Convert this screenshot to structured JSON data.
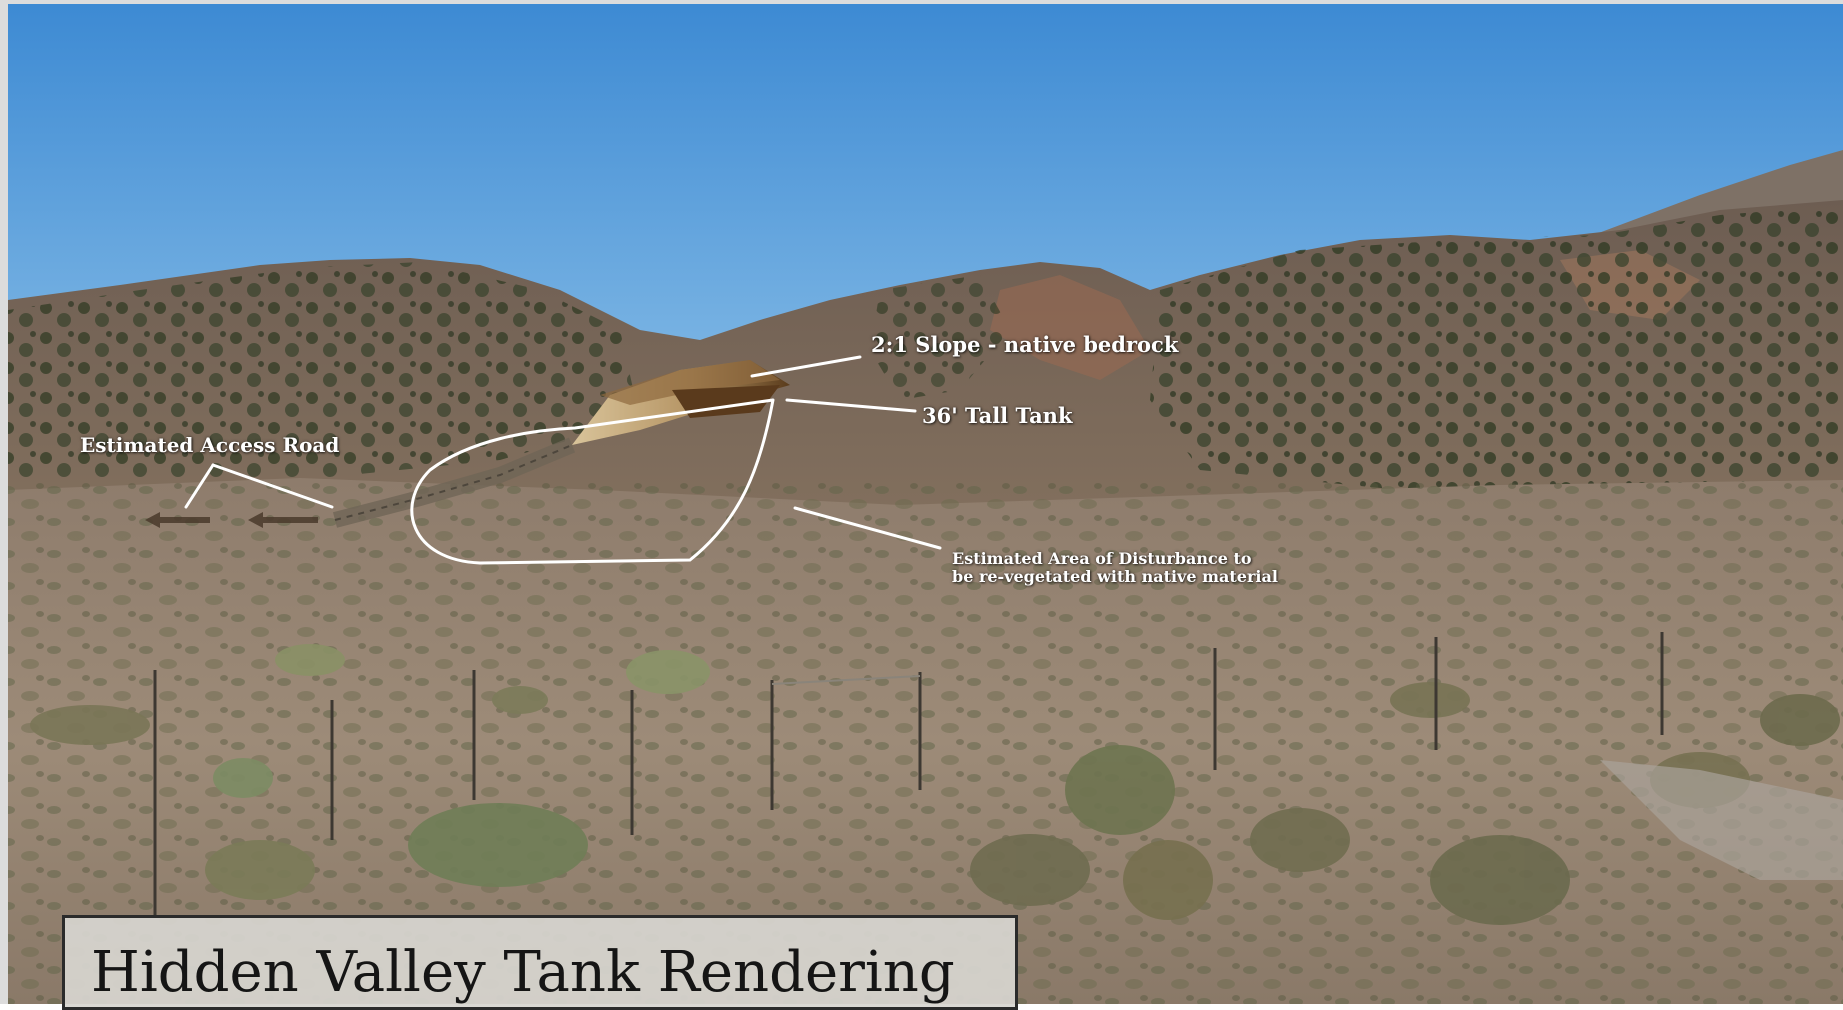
{
  "title": "Hidden Valley Tank Rendering",
  "annotations": {
    "slope": "2:1 Slope - native bedrock",
    "tank": "36' Tall Tank",
    "access_road": "Estimated Access Road",
    "disturbance_line1": "Estimated Area of Disturbance to",
    "disturbance_line2": "be re-vegetated with native material"
  },
  "colors": {
    "sky_top": "#3f8fd6",
    "sky_bottom": "#8fc3ea",
    "hill": "#7a6a5c",
    "ground": "#9b8a78",
    "vegetation": "#3a4a2a",
    "annotation_line": "#ffffff"
  }
}
